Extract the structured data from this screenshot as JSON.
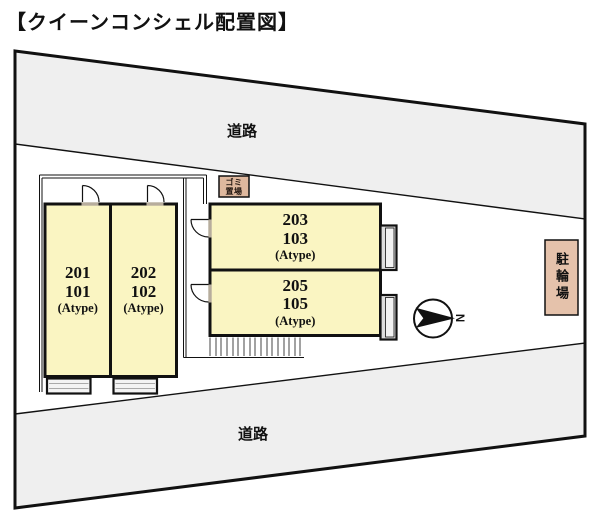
{
  "title": "【クイーンコンシェル配置図】",
  "roads": {
    "top": "道路",
    "bottom": "道路"
  },
  "building": {
    "units": [
      {
        "id": "201-101",
        "upper": "201",
        "lower": "101",
        "type": "(Atype)"
      },
      {
        "id": "202-102",
        "upper": "202",
        "lower": "102",
        "type": "(Atype)"
      },
      {
        "id": "203-103",
        "upper": "203",
        "lower": "103",
        "type": "(Atype)"
      },
      {
        "id": "205-105",
        "upper": "205",
        "lower": "105",
        "type": "(Atype)"
      }
    ]
  },
  "facilities": {
    "garbage": {
      "line1": "ゴミ",
      "line2": "置場"
    },
    "bicycle_parking": "駐輪場"
  },
  "compass": {
    "north_label": "N"
  },
  "colors": {
    "room_fill": "#FAF5C2",
    "road_fill": "#EFEFEF",
    "garbage_fill": "#DFB89E",
    "bicycle_fill": "#E5C2AB",
    "threshold": "#B7AD9D",
    "balcony_fill": "#F4F4F4",
    "side_balcony_fill": "#DDDDDD",
    "line": "#111111"
  }
}
